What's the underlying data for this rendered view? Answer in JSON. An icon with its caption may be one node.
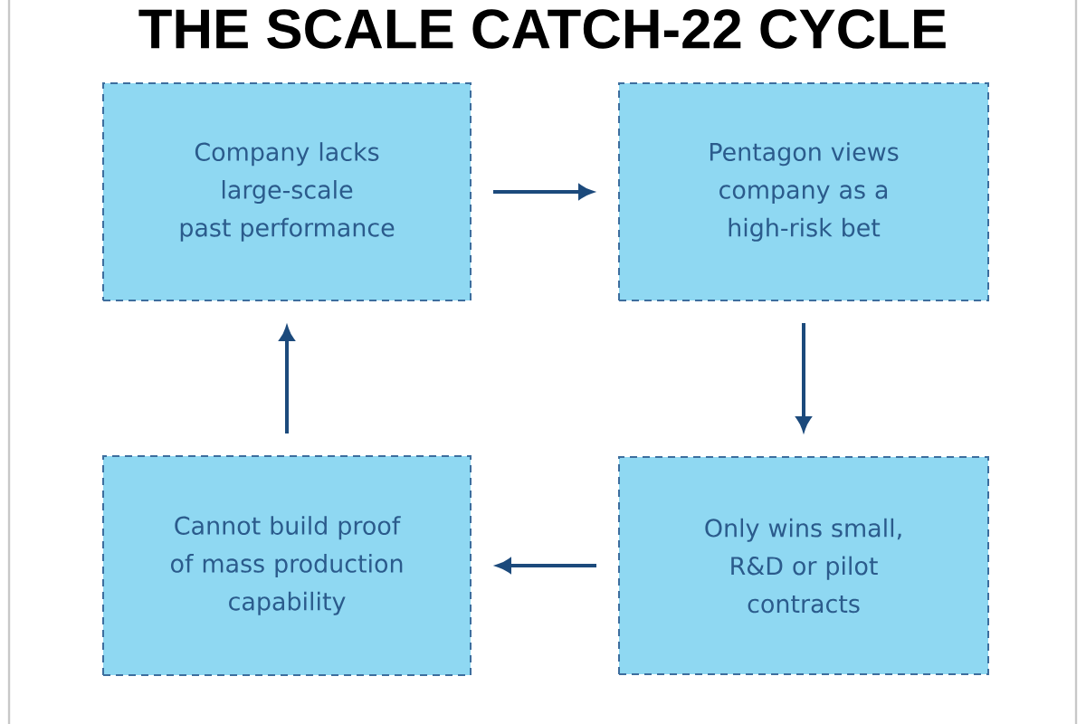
{
  "diagram": {
    "title": "THE SCALE CATCH-22 CYCLE",
    "nodes": [
      {
        "text": [
          "Company lacks large-scale past performance"
        ]
      },
      {
        "text": [
          "Pentagon views company as a high-risk bet"
        ]
      },
      {
        "text": [
          "Cannot build proof of mass production capability"
        ]
      },
      {
        "text": [
          "Only wins small, R&D or pilot contracts"
        ]
      }
    ],
    "edges": [
      {
        "from": 0,
        "to": 1,
        "arrow": "to"
      },
      {
        "from": 1,
        "to": 3,
        "arrow": "to"
      },
      {
        "from": 3,
        "to": 2,
        "arrow": "to"
      },
      {
        "from": 2,
        "to": 0,
        "arrow": "to"
      }
    ]
  }
}
